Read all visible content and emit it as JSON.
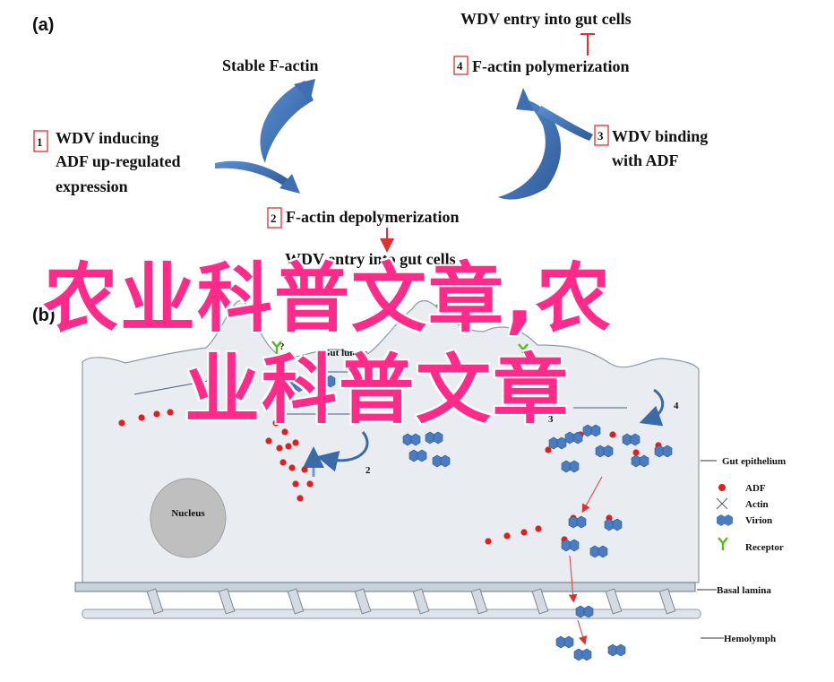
{
  "panel_a": {
    "label": "(a)",
    "title_top": "WDV entry into gut cells",
    "stable": "Stable F-actin",
    "step1": {
      "num": "1",
      "lines": [
        "WDV inducing",
        "ADF up-regulated",
        "expression"
      ]
    },
    "step2": {
      "num": "2",
      "text": "F-actin depolymerization"
    },
    "step3": {
      "num": "3",
      "lines": [
        "WDV binding",
        "with ADF"
      ]
    },
    "step4": {
      "num": "4",
      "text": "F-actin polymerization"
    },
    "bottom": "WDV entry into gut cells",
    "colors": {
      "arrow": "#3f6fb3",
      "inhibit": "#e03030",
      "box": "#e03030"
    }
  },
  "panel_b": {
    "label": "(b)",
    "gut_lumen": "Gut lumen",
    "nucleus": "Nucleus",
    "numbers": [
      "1",
      "2",
      "3",
      "4"
    ],
    "question": "?",
    "labels": {
      "gut_epithelium": "Gut epithelium",
      "basal_lamina": "Basal lamina",
      "hemolymph": "Hemolymph"
    },
    "legend": [
      {
        "label": "ADF",
        "icon": "red-dot-icon"
      },
      {
        "label": "Actin",
        "icon": "cross-icon"
      },
      {
        "label": "Virion",
        "icon": "hexagon-virion-icon"
      },
      {
        "label": "Receptor",
        "icon": "y-receptor-icon"
      }
    ],
    "colors": {
      "adf": "#e02020",
      "virion": "#4a7cc0",
      "receptor": "#5cb82c",
      "cell": "#e9edf2"
    }
  },
  "watermark": {
    "line1": "农业科普文章,农",
    "line2": "业科普文章"
  }
}
